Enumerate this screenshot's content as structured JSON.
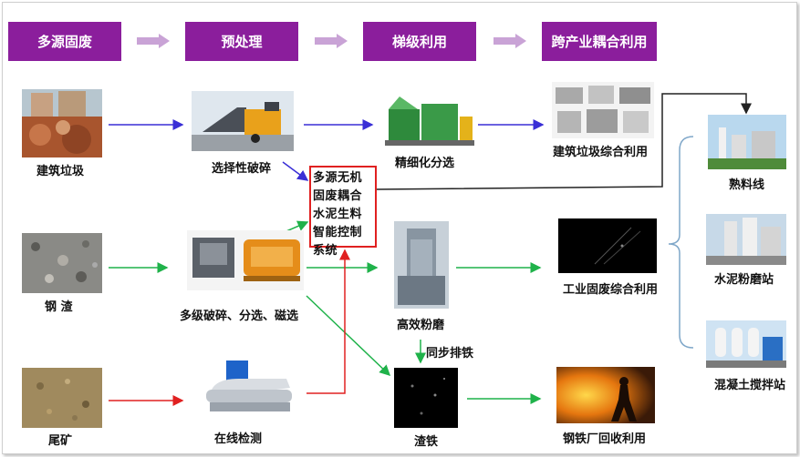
{
  "stages": [
    "多源固废",
    "预处理",
    "梯级利用",
    "跨产业耦合利用"
  ],
  "colors": {
    "stage_bg": "#8b1e9c",
    "chevron": "#c9a3d6",
    "blue_arrow": "#3a2fd6",
    "green_arrow": "#1fb24a",
    "red_arrow": "#e02020",
    "control_border": "#e02020"
  },
  "sources": {
    "construction": "建筑垃圾",
    "steel_slag": "钢 渣",
    "tailings": "尾矿"
  },
  "pretreatment": {
    "selective_crushing": "选择性破碎",
    "multi_stage": "多级破碎、分选、磁选",
    "online_detection": "在线检测"
  },
  "control_system": "多源无机固废耦合水泥生料智能控制系统",
  "cascade": {
    "fine_sorting": "精细化分选",
    "high_eff_grinding": "高效粉磨",
    "sync_iron_removal": "同步排铁",
    "slag_iron": "渣铁"
  },
  "utilization": {
    "construction_waste": "建筑垃圾综合利用",
    "industrial_waste": "工业固废综合利用",
    "steel_recycling": "钢铁厂回收利用"
  },
  "cross_industry": {
    "clinker": "熟料线",
    "cement_grinding": "水泥粉磨站",
    "concrete_mixing": "混凝土搅拌站"
  },
  "icons": [
    "photo-construction-waste",
    "photo-steel-slag",
    "photo-tailings",
    "photo-crusher",
    "photo-multi-crusher",
    "photo-online-detector",
    "photo-sorting-machine",
    "photo-vertical-mill",
    "photo-slag-iron",
    "photo-building-blocks",
    "photo-industrial-waste",
    "photo-steel-plant",
    "photo-clinker-line",
    "photo-cement-station",
    "photo-concrete-station"
  ]
}
